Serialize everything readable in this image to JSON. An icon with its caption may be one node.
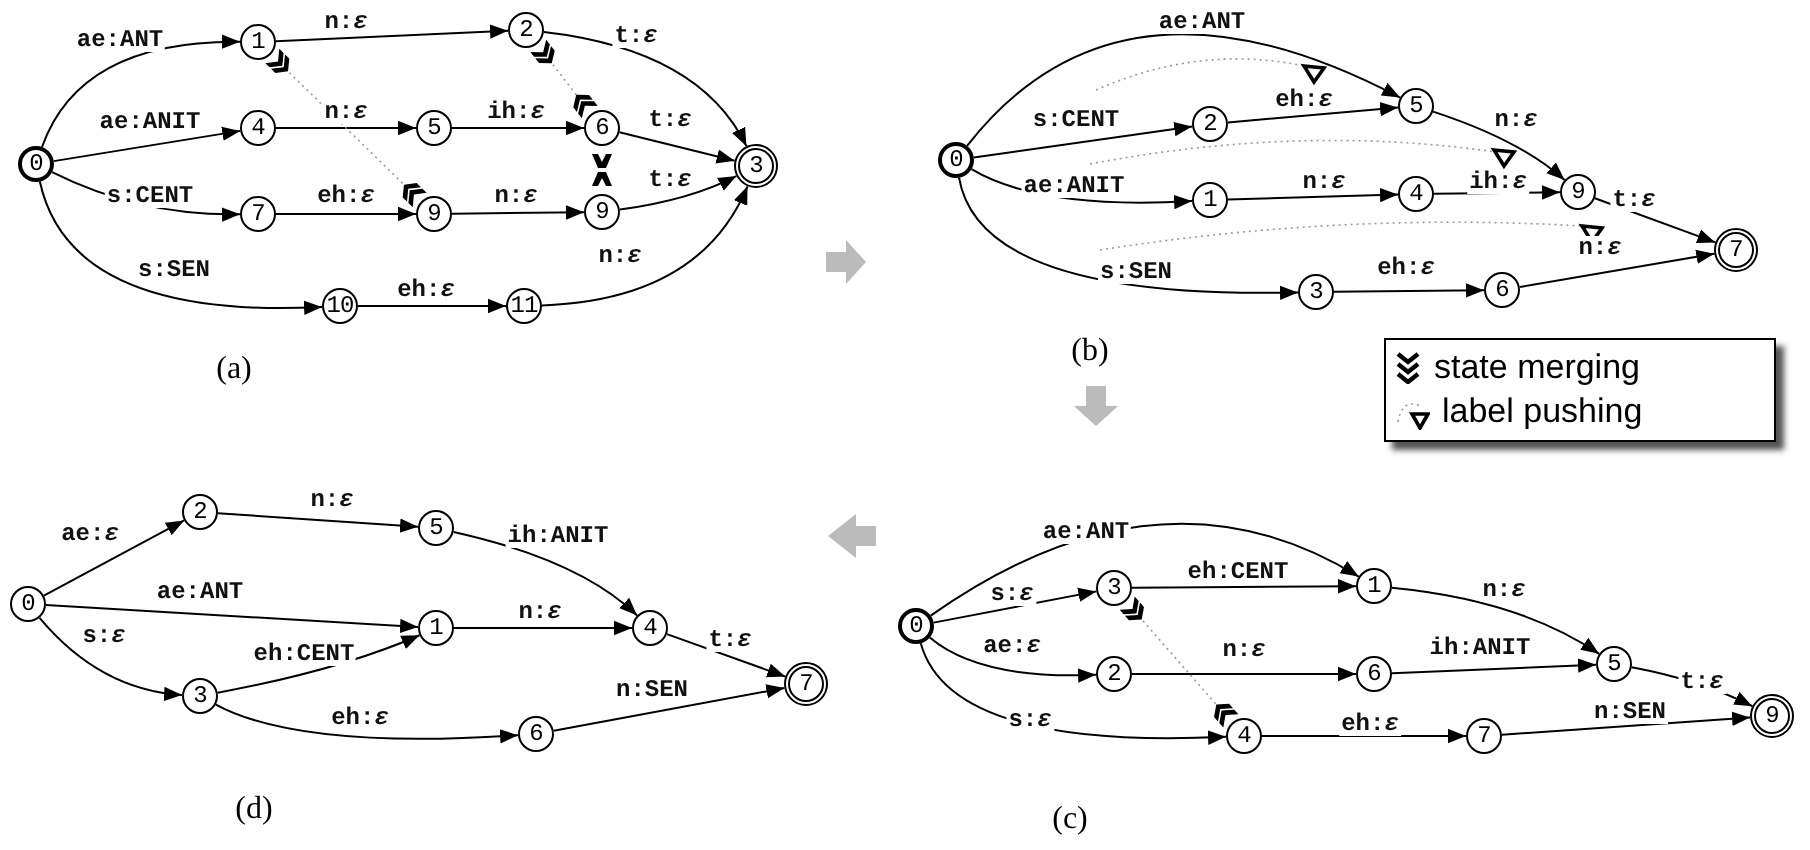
{
  "diagram": {
    "nodes": [
      {
        "text": [
          "0"
        ]
      },
      {
        "text": [
          "1"
        ]
      },
      {
        "text": [
          "4"
        ]
      },
      {
        "text": [
          "7"
        ]
      },
      {
        "text": [
          "10"
        ]
      },
      {
        "text": [
          "5"
        ]
      },
      {
        "text": [
          "9"
        ]
      },
      {
        "text": [
          "2"
        ]
      },
      {
        "text": [
          "11"
        ]
      },
      {
        "text": [
          "6"
        ]
      },
      {
        "text": [
          "9"
        ]
      },
      {
        "text": [
          "3"
        ]
      },
      {
        "text": [
          "0"
        ]
      },
      {
        "text": [
          "2"
        ]
      },
      {
        "text": [
          "1"
        ]
      },
      {
        "text": [
          "3"
        ]
      },
      {
        "text": [
          "5"
        ]
      },
      {
        "text": [
          "4"
        ]
      },
      {
        "text": [
          "6"
        ]
      },
      {
        "text": [
          "9"
        ]
      },
      {
        "text": [
          "7"
        ]
      },
      {
        "text": [
          "0"
        ]
      },
      {
        "text": [
          "2"
        ]
      },
      {
        "text": [
          "3"
        ]
      },
      {
        "text": [
          "5"
        ]
      },
      {
        "text": [
          "1"
        ]
      },
      {
        "text": [
          "6"
        ]
      },
      {
        "text": [
          "4"
        ]
      },
      {
        "text": [
          "7"
        ]
      },
      {
        "text": [
          "0"
        ]
      },
      {
        "text": [
          "3"
        ]
      },
      {
        "text": [
          "2"
        ]
      },
      {
        "text": [
          "4"
        ]
      },
      {
        "text": [
          "1"
        ]
      },
      {
        "text": [
          "6"
        ]
      },
      {
        "text": [
          "7"
        ]
      },
      {
        "text": [
          "5"
        ]
      },
      {
        "text": [
          "9"
        ]
      }
    ],
    "edges": [
      {
        "from": 0,
        "to": 1,
        "arrow": "to",
        "label": "ae:ANT"
      },
      {
        "from": 0,
        "to": 2,
        "arrow": "to",
        "label": "ae:ANIT"
      },
      {
        "from": 0,
        "to": 3,
        "arrow": "to",
        "label": "s:CENT"
      },
      {
        "from": 0,
        "to": 4,
        "arrow": "to",
        "label": "s:SEN"
      },
      {
        "from": 1,
        "to": 7,
        "arrow": "to",
        "label": "n:*ε*"
      },
      {
        "from": 2,
        "to": 5,
        "arrow": "to",
        "label": "n:*ε*"
      },
      {
        "from": 5,
        "to": 9,
        "arrow": "to",
        "label": "ih:*ε*"
      },
      {
        "from": 3,
        "to": 6,
        "arrow": "to",
        "label": "eh:*ε*"
      },
      {
        "from": 6,
        "to": 10,
        "arrow": "to",
        "label": "n:*ε*"
      },
      {
        "from": 7,
        "to": 11,
        "arrow": "to",
        "label": "t:*ε*"
      },
      {
        "from": 9,
        "to": 11,
        "arrow": "to",
        "label": "t:*ε*"
      },
      {
        "from": 10,
        "to": 11,
        "arrow": "to",
        "label": "t:*ε*"
      },
      {
        "from": 4,
        "to": 8,
        "arrow": "to",
        "label": "eh:*ε*"
      },
      {
        "from": 8,
        "to": 11,
        "arrow": "to",
        "label": "n:*ε*"
      },
      {
        "from": 1,
        "to": 6,
        "arrow": "none",
        "style": "dashed",
        "color": "#999999"
      },
      {
        "from": 7,
        "to": 9,
        "arrow": "none",
        "style": "dashed",
        "color": "#999999"
      },
      {
        "from": 12,
        "to": 16,
        "arrow": "to",
        "label": "ae:ANT"
      },
      {
        "from": 12,
        "to": 13,
        "arrow": "to",
        "label": "s:CENT"
      },
      {
        "from": 12,
        "to": 14,
        "arrow": "to",
        "label": "ae:ANIT"
      },
      {
        "from": 12,
        "to": 15,
        "arrow": "to",
        "label": "s:SEN"
      },
      {
        "from": 13,
        "to": 16,
        "arrow": "to",
        "label": "eh:*ε*"
      },
      {
        "from": 16,
        "to": 19,
        "arrow": "to",
        "label": "n:*ε*"
      },
      {
        "from": 14,
        "to": 17,
        "arrow": "to",
        "label": "n:*ε*"
      },
      {
        "from": 17,
        "to": 19,
        "arrow": "to",
        "label": "ih:*ε*"
      },
      {
        "from": 19,
        "to": 20,
        "arrow": "to",
        "label": "t:*ε*"
      },
      {
        "from": 15,
        "to": 18,
        "arrow": "to",
        "label": "eh:*ε*"
      },
      {
        "from": 18,
        "to": 20,
        "arrow": "to",
        "label": "n:*ε*"
      },
      {
        "from": 21,
        "to": 22,
        "arrow": "to",
        "label": "ae:*ε*"
      },
      {
        "from": 21,
        "to": 25,
        "arrow": "to",
        "label": "ae:ANT"
      },
      {
        "from": 21,
        "to": 23,
        "arrow": "to",
        "label": "s:*ε*"
      },
      {
        "from": 22,
        "to": 24,
        "arrow": "to",
        "label": "n:*ε*"
      },
      {
        "from": 24,
        "to": 27,
        "arrow": "to",
        "label": "ih:ANIT"
      },
      {
        "from": 25,
        "to": 27,
        "arrow": "to",
        "label": "n:*ε*"
      },
      {
        "from": 23,
        "to": 25,
        "arrow": "to",
        "label": "eh:CENT"
      },
      {
        "from": 23,
        "to": 26,
        "arrow": "to",
        "label": "eh:*ε*"
      },
      {
        "from": 27,
        "to": 28,
        "arrow": "to",
        "label": "t:*ε*"
      },
      {
        "from": 26,
        "to": 28,
        "arrow": "to",
        "label": "n:SEN"
      },
      {
        "from": 29,
        "to": 33,
        "arrow": "to",
        "label": "ae:ANT"
      },
      {
        "from": 29,
        "to": 30,
        "arrow": "to",
        "label": "s:*ε*"
      },
      {
        "from": 29,
        "to": 31,
        "arrow": "to",
        "label": "ae:*ε*"
      },
      {
        "from": 29,
        "to": 32,
        "arrow": "to",
        "label": "s:*ε*"
      },
      {
        "from": 30,
        "to": 33,
        "arrow": "to",
        "label": "eh:CENT"
      },
      {
        "from": 33,
        "to": 36,
        "arrow": "to",
        "label": "n:*ε*"
      },
      {
        "from": 31,
        "to": 34,
        "arrow": "to",
        "label": "n:*ε*"
      },
      {
        "from": 34,
        "to": 36,
        "arrow": "to",
        "label": "ih:ANIT"
      },
      {
        "from": 36,
        "to": 37,
        "arrow": "to",
        "label": "t:*ε*"
      },
      {
        "from": 32,
        "to": 35,
        "arrow": "to",
        "label": "eh:*ε*"
      },
      {
        "from": 35,
        "to": 37,
        "arrow": "to",
        "label": "n:SEN"
      },
      {
        "from": 30,
        "to": 32,
        "arrow": "none",
        "style": "dashed",
        "color": "#999999"
      }
    ],
    "labels": [
      "(a)",
      "(b)",
      "(d)",
      "(c)"
    ],
    "legend": [
      {
        "text": "state merging"
      },
      {
        "text": "label pushing"
      }
    ]
  }
}
